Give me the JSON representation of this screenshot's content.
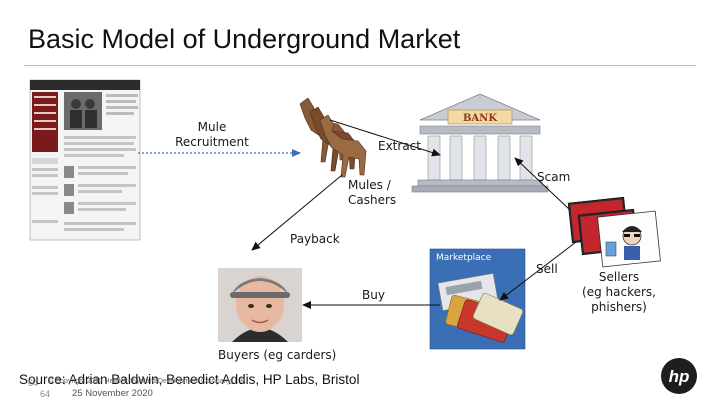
{
  "slide": {
    "title": "Basic Model of Underground Market",
    "source": "Source:  Adrian Baldwin, Benedict Addis, HP Labs, Bristol",
    "page_number": "64",
    "page_number_2": "64",
    "copyright": "© Copyright 2010 Hewlett-Packard Development Company, L.P.",
    "date": "25 November 2020"
  },
  "diagram": {
    "mule_recruitment_label": "Mule\nRecruitment",
    "extract_label": "Extract",
    "mules_cashers_label": "Mules /\nCashers",
    "scam_label": "Scam",
    "payback_label": "Payback",
    "marketplace_label": "Marketplace",
    "sell_label": "Sell",
    "buy_label": "Buy",
    "sellers_label": "Sellers\n(eg hackers,\nphishers)",
    "buyers_label": "Buyers (eg carders)",
    "bank_sign": "BANK"
  },
  "colors": {
    "arrow": "#111111",
    "dashed_arrow": "#3a6fb0",
    "hp_logo": "#1e1e1e"
  },
  "icons": [
    "website-screenshot",
    "horses-icon",
    "bank-icon",
    "card-stack-icon",
    "person-photo",
    "marketplace-image",
    "hp-logo"
  ]
}
